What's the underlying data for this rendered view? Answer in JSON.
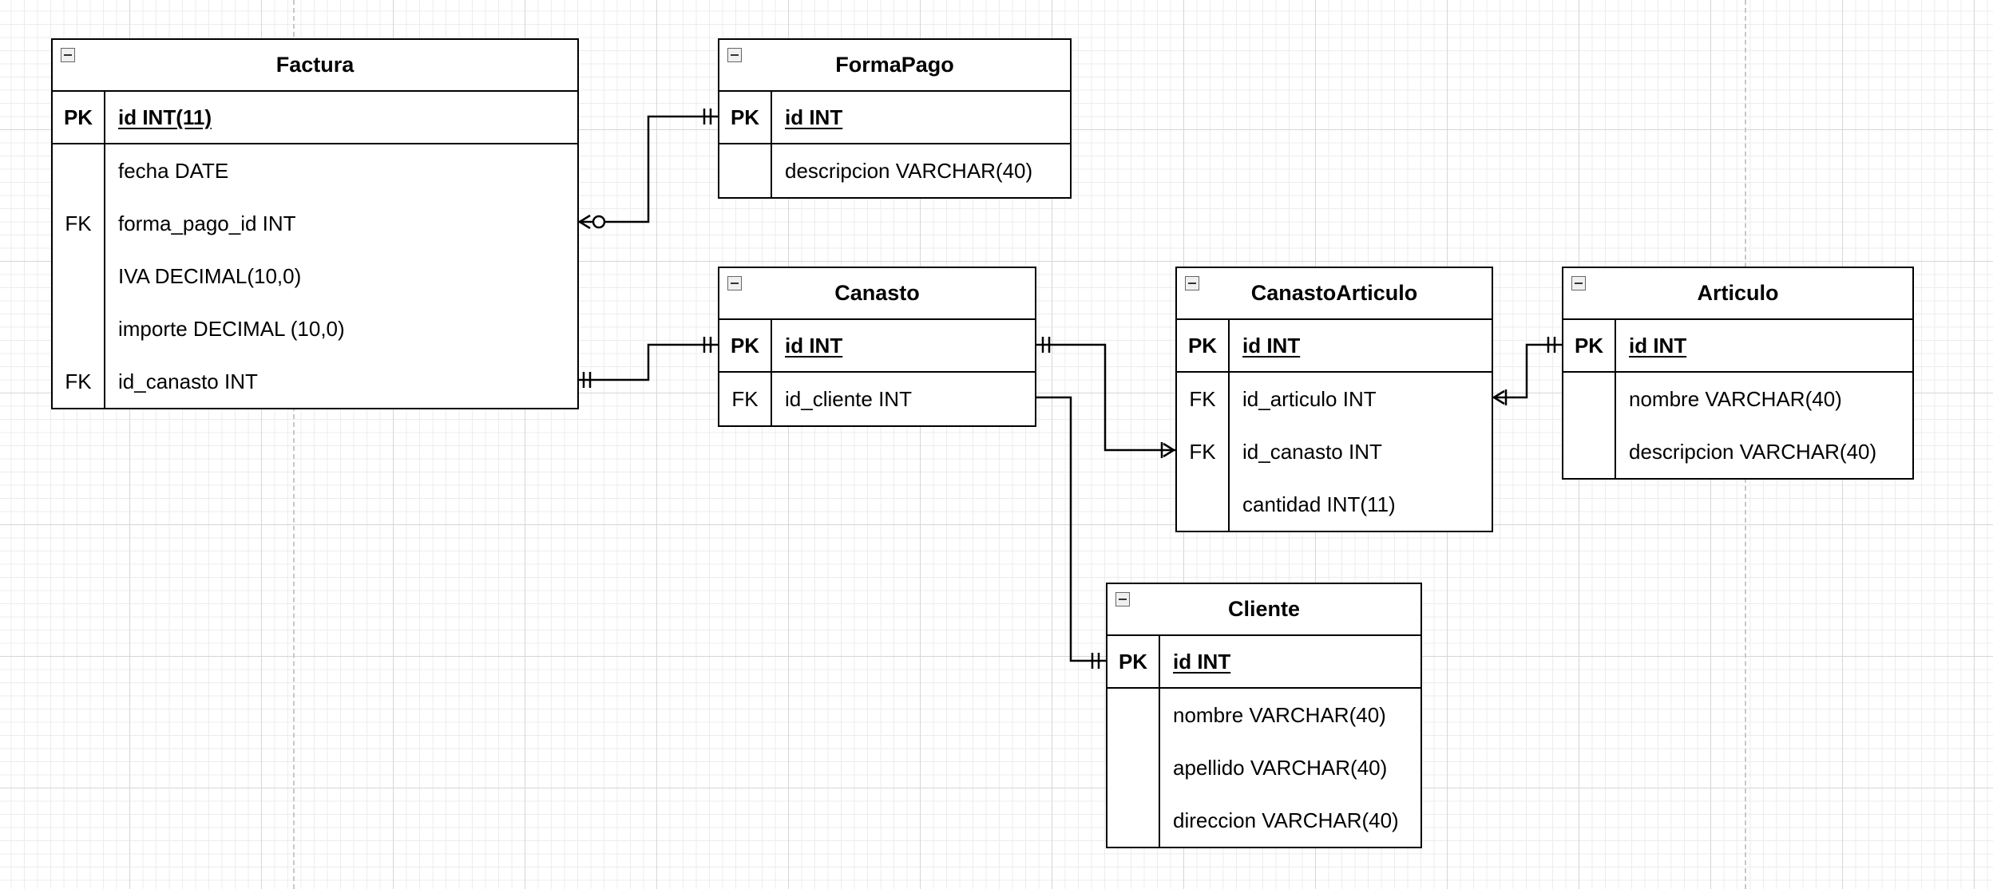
{
  "tables": {
    "factura": {
      "name": "Factura",
      "pk": {
        "key": "PK",
        "field": "id INT(11)"
      },
      "rows": [
        {
          "key": "",
          "field": "fecha DATE"
        },
        {
          "key": "FK",
          "field": "forma_pago_id INT"
        },
        {
          "key": "",
          "field": "IVA DECIMAL(10,0)"
        },
        {
          "key": "",
          "field": "importe DECIMAL (10,0)"
        },
        {
          "key": "FK",
          "field": "id_canasto INT"
        }
      ]
    },
    "formapago": {
      "name": "FormaPago",
      "pk": {
        "key": "PK",
        "field": "id INT"
      },
      "rows": [
        {
          "key": "",
          "field": "descripcion VARCHAR(40)"
        }
      ]
    },
    "canasto": {
      "name": "Canasto",
      "pk": {
        "key": "PK",
        "field": "id INT"
      },
      "rows": [
        {
          "key": "FK",
          "field": "id_cliente INT"
        }
      ]
    },
    "canastoarticulo": {
      "name": "CanastoArticulo",
      "pk": {
        "key": "PK",
        "field": "id INT"
      },
      "rows": [
        {
          "key": "FK",
          "field": "id_articulo INT"
        },
        {
          "key": "FK",
          "field": "id_canasto INT"
        },
        {
          "key": "",
          "field": "cantidad INT(11)"
        }
      ]
    },
    "articulo": {
      "name": "Articulo",
      "pk": {
        "key": "PK",
        "field": "id INT"
      },
      "rows": [
        {
          "key": "",
          "field": "nombre VARCHAR(40)"
        },
        {
          "key": "",
          "field": "descripcion VARCHAR(40)"
        }
      ]
    },
    "cliente": {
      "name": "Cliente",
      "pk": {
        "key": "PK",
        "field": "id INT"
      },
      "rows": [
        {
          "key": "",
          "field": "nombre VARCHAR(40)"
        },
        {
          "key": "",
          "field": "apellido VARCHAR(40)"
        },
        {
          "key": "",
          "field": "direccion VARCHAR(40)"
        }
      ]
    }
  },
  "relationships": [
    {
      "from": "Factura.forma_pago_id",
      "to": "FormaPago.id",
      "from_end": "zero-or-many",
      "to_end": "exactly-one"
    },
    {
      "from": "Factura.id_canasto",
      "to": "Canasto.id",
      "from_end": "exactly-one",
      "to_end": "exactly-one"
    },
    {
      "from": "Canasto.id",
      "to": "CanastoArticulo.id_canasto",
      "from_end": "exactly-one",
      "to_end": "one-or-many"
    },
    {
      "from": "CanastoArticulo.id_articulo",
      "to": "Articulo.id",
      "from_end": "one-or-many",
      "to_end": "exactly-one"
    },
    {
      "from": "Canasto.id_cliente",
      "to": "Cliente.id",
      "from_end": "none",
      "to_end": "exactly-one"
    }
  ]
}
